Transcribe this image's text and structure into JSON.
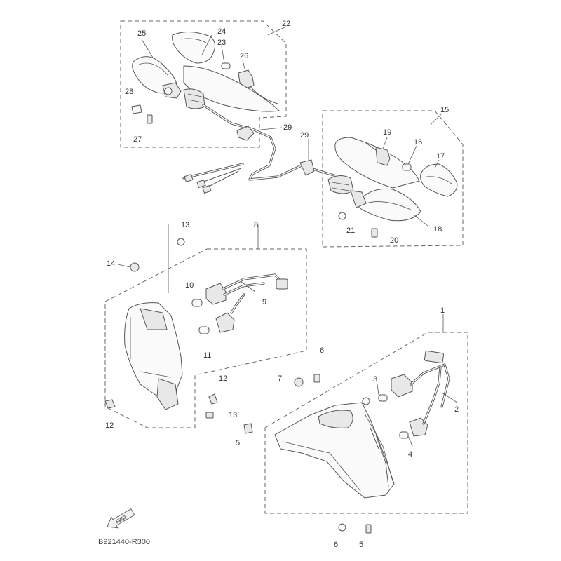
{
  "diagram": {
    "drawing_code": "B921440-R300",
    "fwd_label": "FWD",
    "callouts": {
      "c1": "1",
      "c2": "2",
      "c3": "3",
      "c4": "4",
      "c5a": "5",
      "c5b": "5",
      "c6a": "6",
      "c6b": "6",
      "c7": "7",
      "c8": "8",
      "c9": "9",
      "c10": "10",
      "c11": "11",
      "c12a": "12",
      "c12b": "12",
      "c13a": "13",
      "c13b": "13",
      "c14": "14",
      "c15": "15",
      "c16": "16",
      "c17": "17",
      "c18": "18",
      "c19": "19",
      "c20": "20",
      "c21": "21",
      "c22": "22",
      "c23": "23",
      "c24": "24",
      "c25": "25",
      "c26": "26",
      "c27": "27",
      "c28": "28",
      "c29a": "29",
      "c29b": "29"
    }
  }
}
